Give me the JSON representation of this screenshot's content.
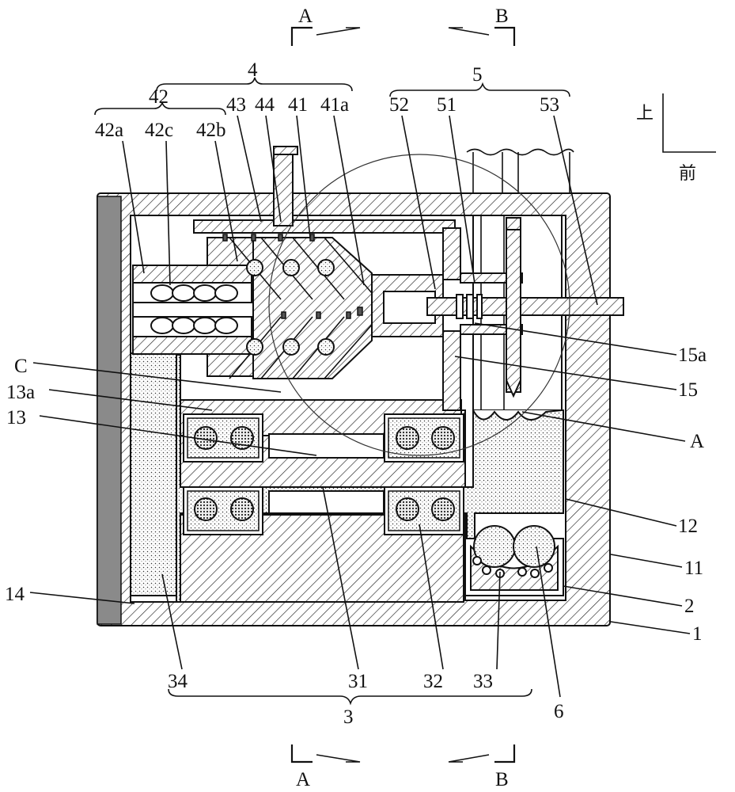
{
  "section_markers": {
    "top_left": "A",
    "top_right": "B",
    "bottom_left": "A",
    "bottom_right": "B"
  },
  "orientation": {
    "up": "上",
    "front": "前"
  },
  "group_labels": {
    "g4": "4",
    "g42": "42",
    "g5": "5",
    "g3": "3"
  },
  "part_labels": {
    "p42a": "42a",
    "p42c": "42c",
    "p42b": "42b",
    "p43": "43",
    "p44": "44",
    "p41": "41",
    "p41a": "41a",
    "p52": "52",
    "p51": "51",
    "p53": "53",
    "p15a": "15a",
    "p15": "15",
    "pC": "C",
    "p13a": "13a",
    "p13": "13",
    "pA": "A",
    "p12": "12",
    "p11": "11",
    "p2": "2",
    "p1": "1",
    "p14": "14",
    "p34": "34",
    "p31": "31",
    "p32": "32",
    "p33": "33",
    "p6": "6"
  }
}
